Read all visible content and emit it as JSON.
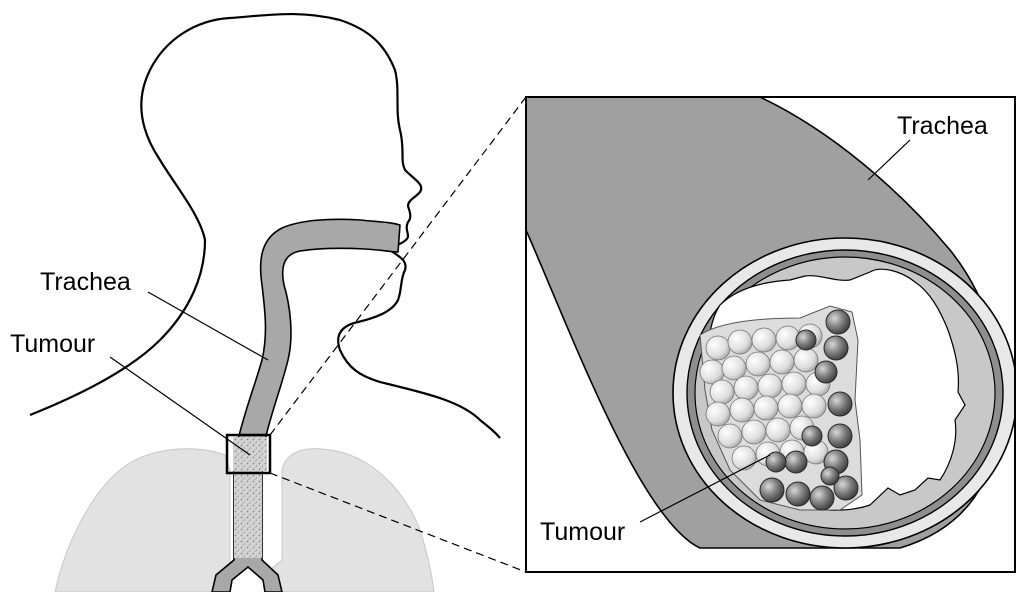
{
  "labels": {
    "left_trachea": "Trachea",
    "left_tumour": "Tumour",
    "inset_trachea": "Trachea",
    "inset_tumour": "Tumour"
  },
  "colors": {
    "outline": "#000000",
    "trachea_fill": "#a8a8a8",
    "lung_fill": "#e2e2e2",
    "tube_dark": "#8e8e8e",
    "tube_ring": "#e8e8e8",
    "lumen": "#ffffff"
  }
}
